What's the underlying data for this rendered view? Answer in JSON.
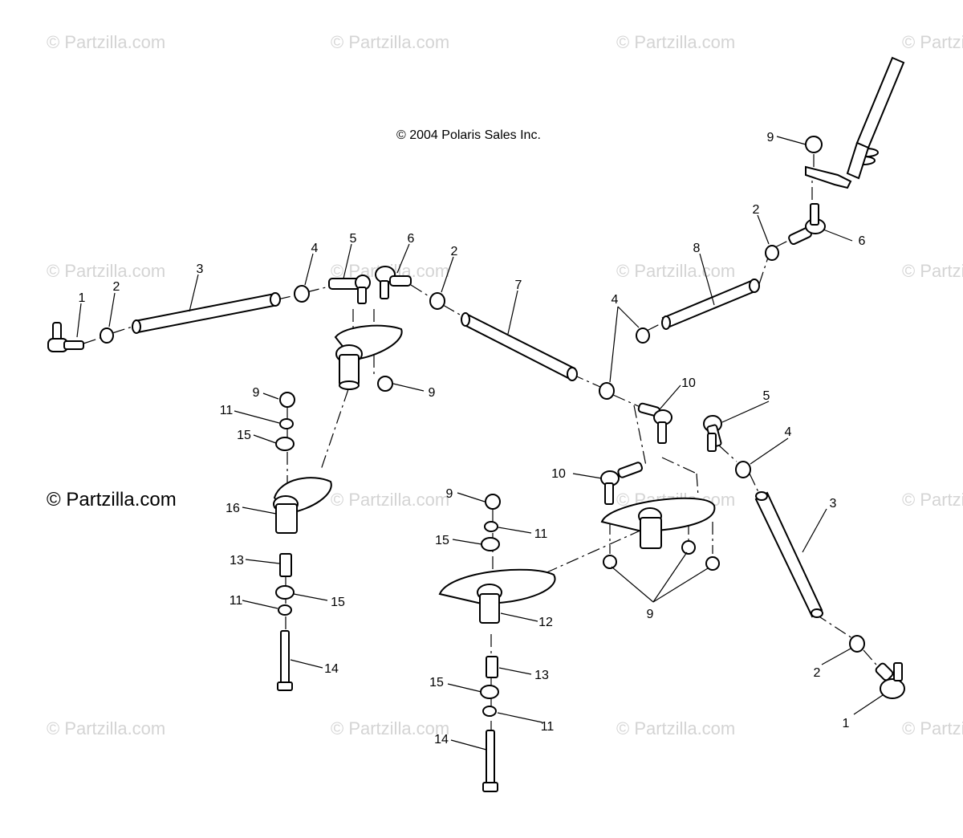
{
  "copyright": "© 2004 Polaris Sales Inc.",
  "brand": "© Partzilla.com",
  "watermark": "© Partzilla.com",
  "callouts": [
    {
      "label": "1"
    },
    {
      "label": "2"
    },
    {
      "label": "3"
    },
    {
      "label": "4"
    },
    {
      "label": "5"
    },
    {
      "label": "6"
    },
    {
      "label": "2"
    },
    {
      "label": "7"
    },
    {
      "label": "4"
    },
    {
      "label": "8"
    },
    {
      "label": "2"
    },
    {
      "label": "6"
    },
    {
      "label": "9"
    },
    {
      "label": "9"
    },
    {
      "label": "9"
    },
    {
      "label": "11"
    },
    {
      "label": "15"
    },
    {
      "label": "16"
    },
    {
      "label": "13"
    },
    {
      "label": "11"
    },
    {
      "label": "15"
    },
    {
      "label": "14"
    },
    {
      "label": "10"
    },
    {
      "label": "10"
    },
    {
      "label": "5"
    },
    {
      "label": "4"
    },
    {
      "label": "3"
    },
    {
      "label": "9"
    },
    {
      "label": "11"
    },
    {
      "label": "15"
    },
    {
      "label": "12"
    },
    {
      "label": "13"
    },
    {
      "label": "15"
    },
    {
      "label": "11"
    },
    {
      "label": "14"
    },
    {
      "label": "9"
    },
    {
      "label": "2"
    },
    {
      "label": "1"
    }
  ]
}
